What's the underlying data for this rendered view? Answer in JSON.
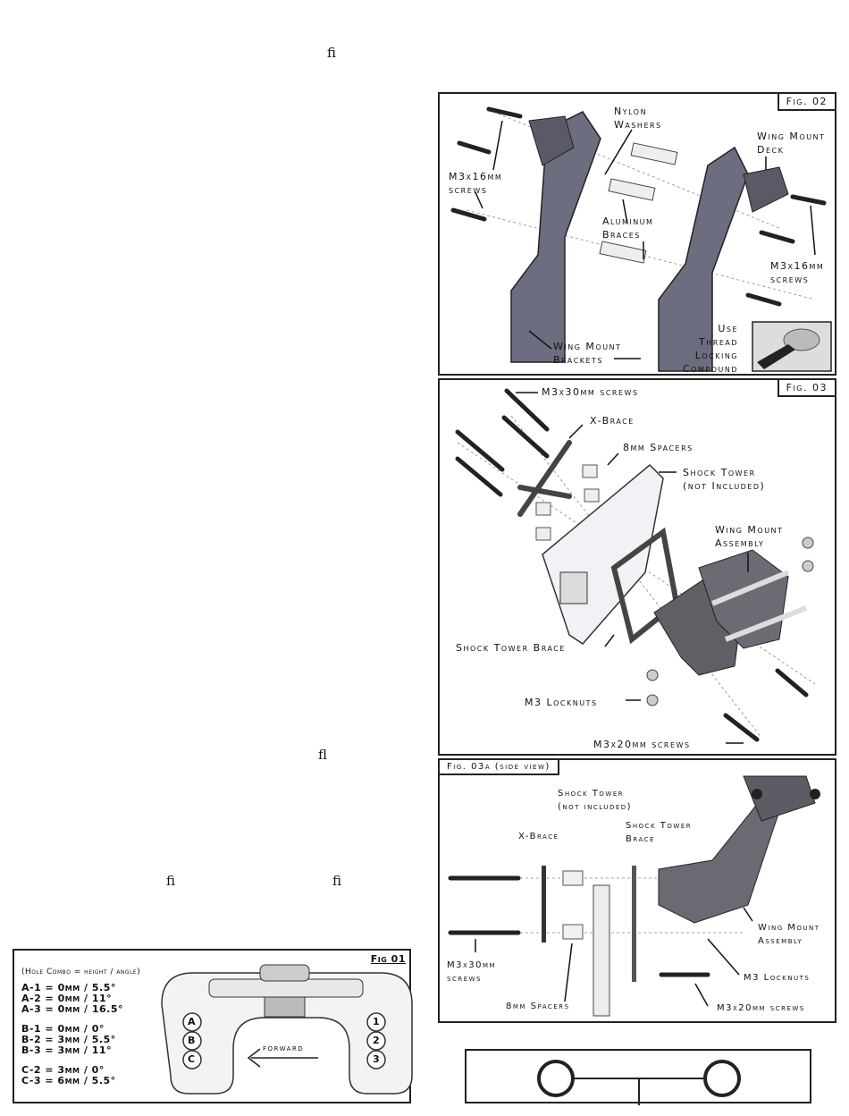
{
  "ligatures": {
    "l1": "ﬁ",
    "l2": "ﬂ",
    "l3": "ﬁ",
    "l4": "ﬁ"
  },
  "fig02": {
    "tag": "Fig. 02",
    "nylon": "Nylon",
    "washers": "Washers",
    "wing_mount": "Wing Mount",
    "deck": "Deck",
    "m3x16_left": "M3x16mm",
    "screws_left": "screws",
    "aluminum": "Aluminum",
    "braces": "Braces",
    "m3x16_right": "M3x16mm",
    "screws_right": "screws",
    "use": "Use",
    "thread": "Thread",
    "locking": "Locking",
    "compound": "Compound",
    "wm_brackets_1": "Wing Mount",
    "wm_brackets_2": "Brackets"
  },
  "fig03": {
    "tag": "Fig. 03",
    "m3x30": "M3x30mm screws",
    "xbrace": "X-Brace",
    "spacers": "8mm Spacers",
    "shock_tower": "Shock Tower",
    "not_included": "(not Included)",
    "wm_assembly_1": "Wing Mount",
    "wm_assembly_2": "Assembly",
    "st_brace": "Shock Tower Brace",
    "locknuts": "M3 Locknuts",
    "m3x20": "M3x20mm screws"
  },
  "fig03a": {
    "tag": "Fig. 03a (side view)",
    "shock_tower": "Shock Tower",
    "not_included": "(not included)",
    "xbrace": "X-Brace",
    "st_brace_1": "Shock Tower",
    "st_brace_2": "Brace",
    "wm_assembly_1": "Wing Mount",
    "wm_assembly_2": "Assembly",
    "m3x30_1": "M3x30mm",
    "m3x30_2": "screws",
    "locknuts": "M3 Locknuts",
    "spacers": "8mm Spacers",
    "m3x20": "M3x20mm screws"
  },
  "fig01": {
    "tag": "Fig 01",
    "legend": "(Hole Combo = height / angle)",
    "combos": [
      "A-1 = 0mm / 5.5°",
      "A-2 = 0mm / 11°",
      "A-3 = 0mm / 16.5°",
      "B-1 = 0mm / 0°",
      "B-2 = 3mm / 5.5°",
      "B-3 = 3mm / 11°",
      "C-2 = 3mm / 0°",
      "C-3 = 6mm / 5.5°"
    ],
    "holes_left": [
      "A",
      "B",
      "C"
    ],
    "holes_right": [
      "1",
      "2",
      "3"
    ],
    "forward": "forward"
  }
}
